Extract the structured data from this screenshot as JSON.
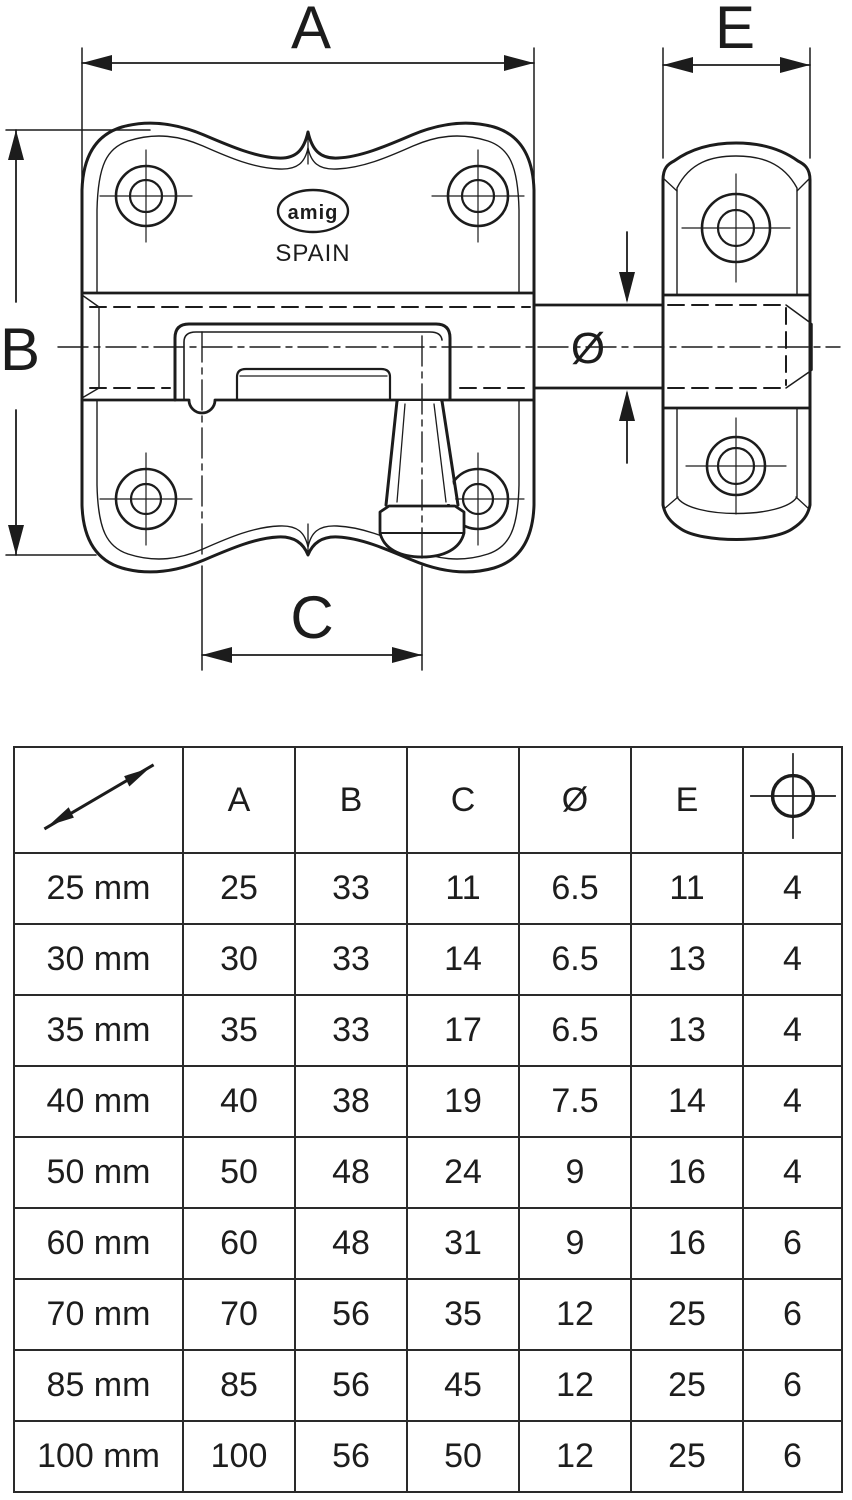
{
  "colors": {
    "ink": "#1c1c1c",
    "paper": "#ffffff"
  },
  "drawing": {
    "dim_a": "A",
    "dim_b": "B",
    "dim_c": "C",
    "dim_e": "E",
    "dim_diameter": "Ø",
    "logo_brand": "amig",
    "logo_country": "SPAIN"
  },
  "table": {
    "headers": {
      "a": "A",
      "b": "B",
      "c": "C",
      "diameter": "Ø",
      "e": "E"
    },
    "rows": [
      {
        "size": "25 mm",
        "a": "25",
        "b": "33",
        "c": "11",
        "diameter": "6.5",
        "e": "11",
        "screw": "4"
      },
      {
        "size": "30 mm",
        "a": "30",
        "b": "33",
        "c": "14",
        "diameter": "6.5",
        "e": "13",
        "screw": "4"
      },
      {
        "size": "35 mm",
        "a": "35",
        "b": "33",
        "c": "17",
        "diameter": "6.5",
        "e": "13",
        "screw": "4"
      },
      {
        "size": "40 mm",
        "a": "40",
        "b": "38",
        "c": "19",
        "diameter": "7.5",
        "e": "14",
        "screw": "4"
      },
      {
        "size": "50 mm",
        "a": "50",
        "b": "48",
        "c": "24",
        "diameter": "9",
        "e": "16",
        "screw": "4"
      },
      {
        "size": "60 mm",
        "a": "60",
        "b": "48",
        "c": "31",
        "diameter": "9",
        "e": "16",
        "screw": "6"
      },
      {
        "size": "70 mm",
        "a": "70",
        "b": "56",
        "c": "35",
        "diameter": "12",
        "e": "25",
        "screw": "6"
      },
      {
        "size": "85 mm",
        "a": "85",
        "b": "56",
        "c": "45",
        "diameter": "12",
        "e": "25",
        "screw": "6"
      },
      {
        "size": "100 mm",
        "a": "100",
        "b": "56",
        "c": "50",
        "diameter": "12",
        "e": "25",
        "screw": "6"
      }
    ]
  }
}
